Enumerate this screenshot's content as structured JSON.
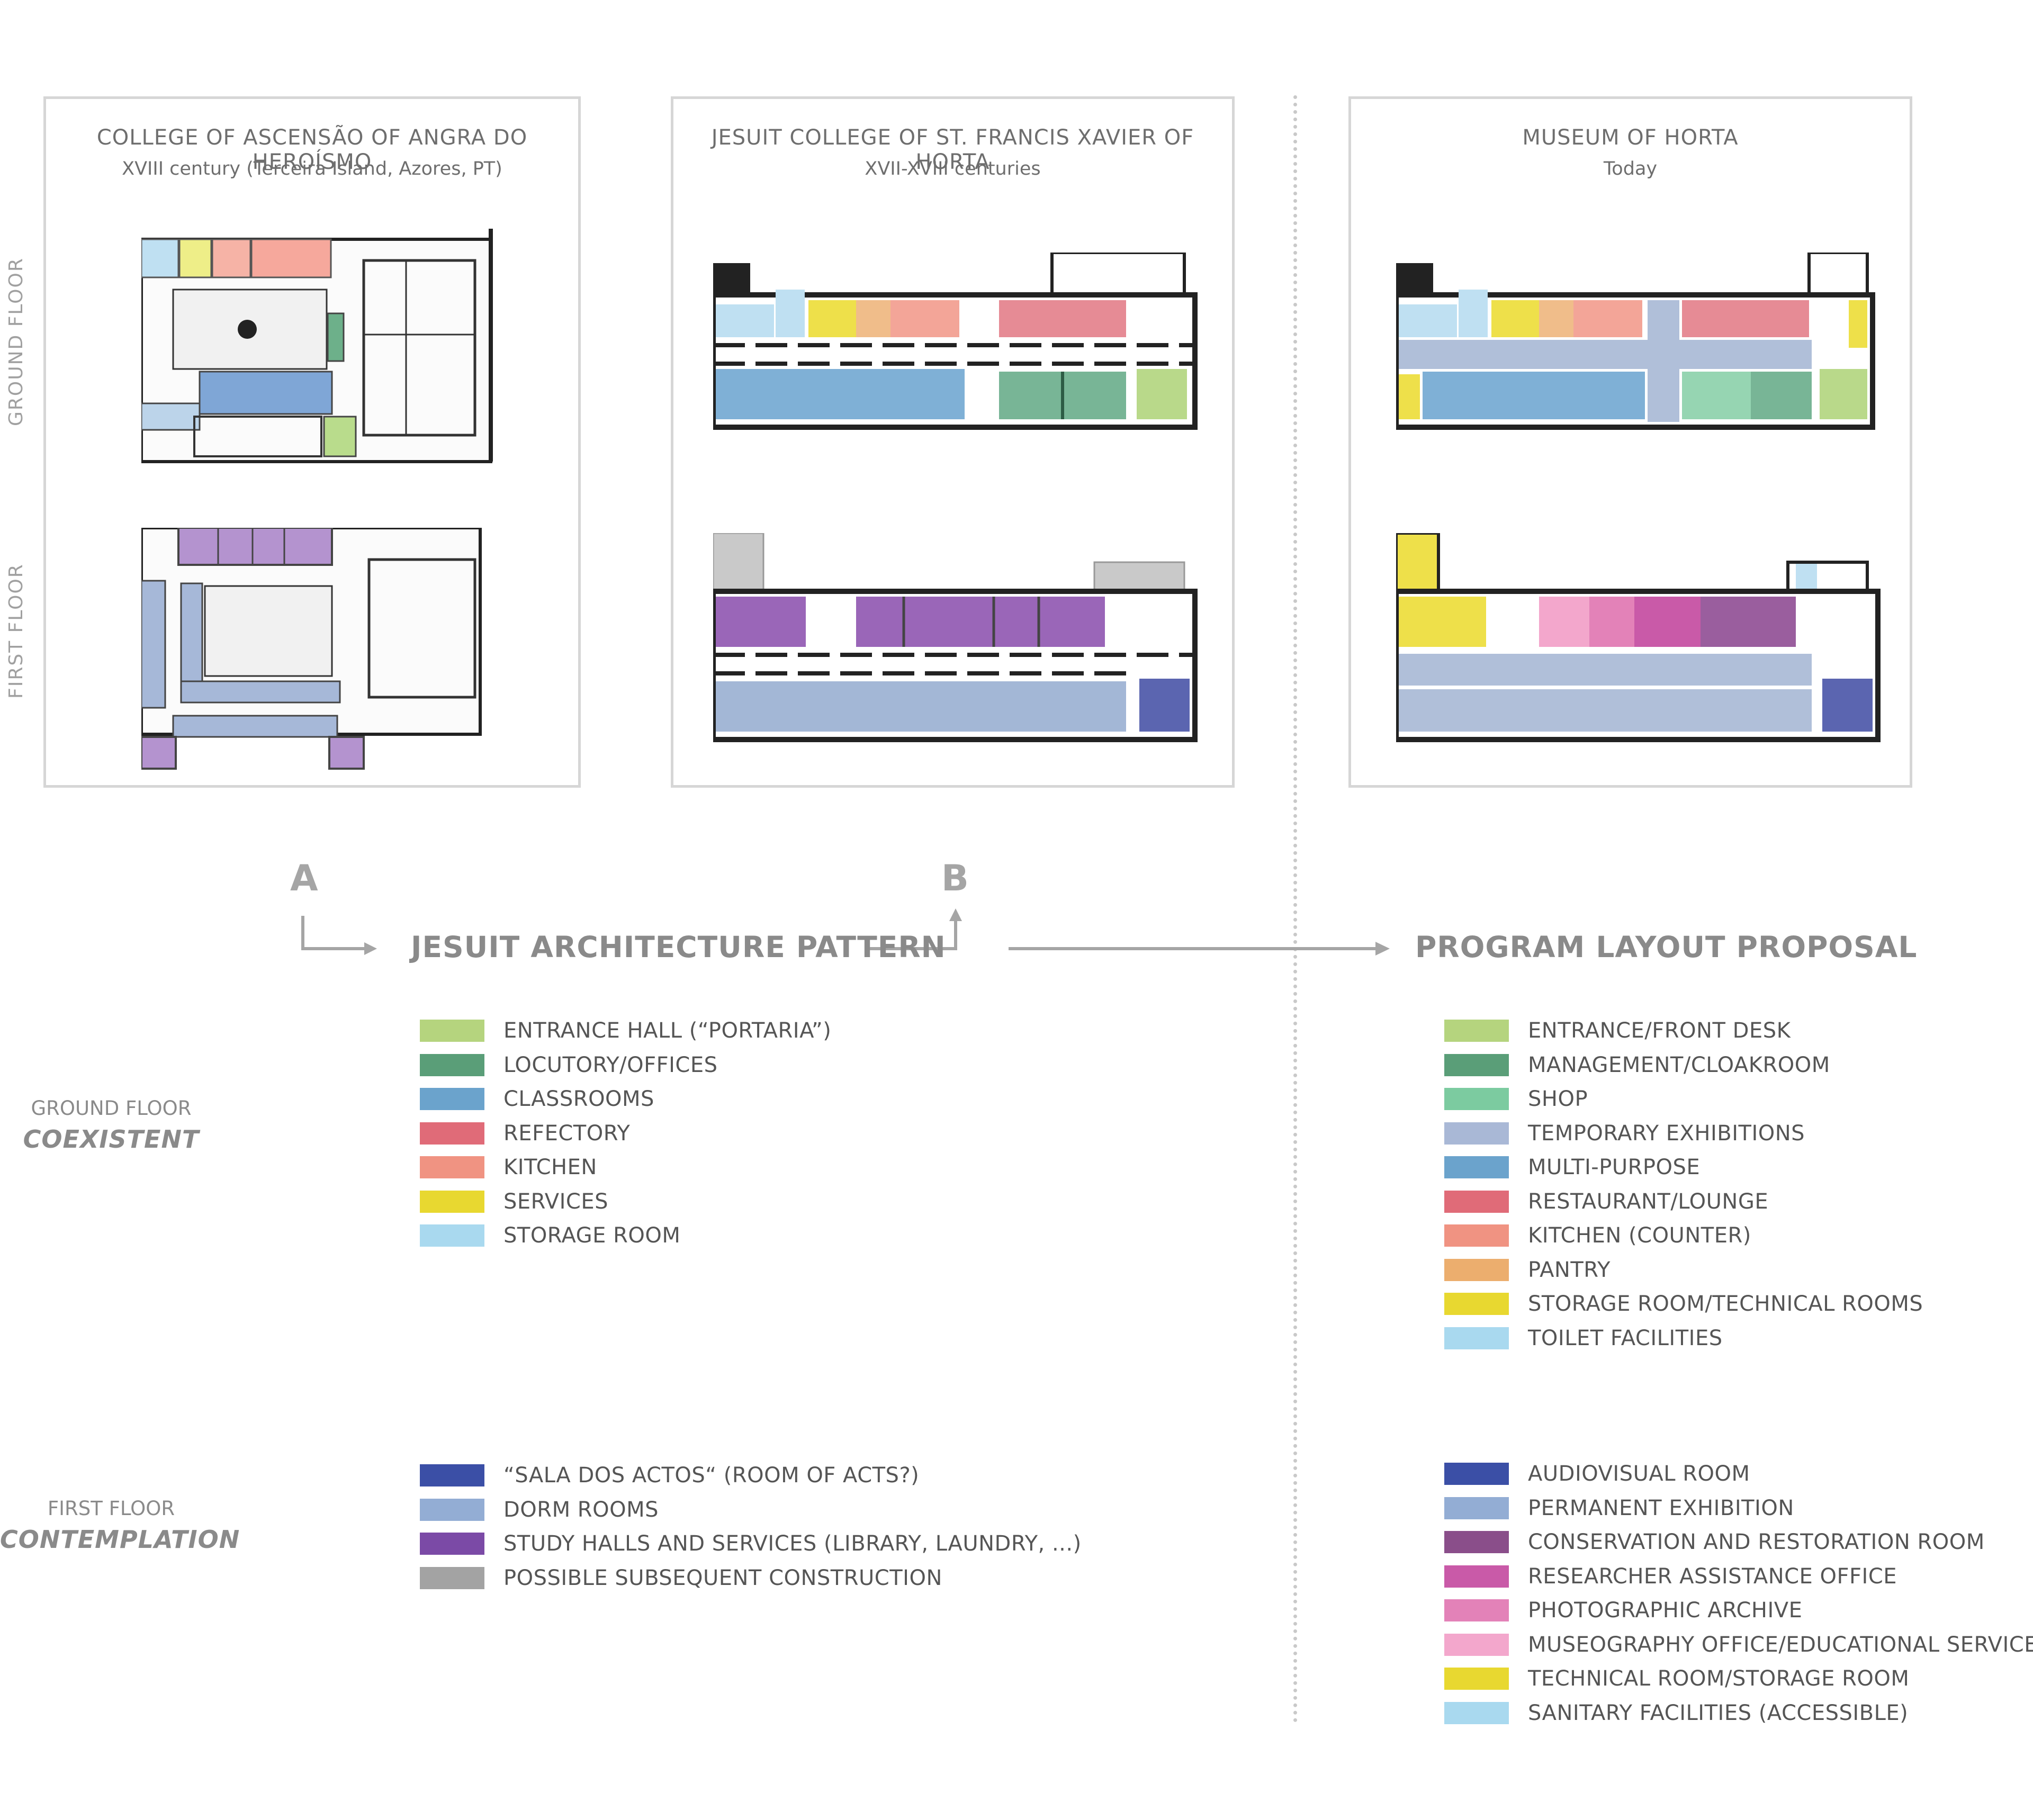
{
  "panels": [
    {
      "title": "COLLEGE OF ASCENSÃO OF ANGRA DO HEROÍSMO",
      "subtitle": "XVIII century (Terceira Island, Azores, PT)"
    },
    {
      "title": "JESUIT COLLEGE OF ST. FRANCIS XAVIER OF HORTA",
      "subtitle": "XVII-XVIII centuries"
    },
    {
      "title": "MUSEUM OF HORTA",
      "subtitle": "Today"
    }
  ],
  "floor_labels": {
    "ground": "GROUND FLOOR",
    "first": "FIRST FLOOR"
  },
  "markers": {
    "a": "A",
    "b": "B"
  },
  "headings": {
    "pattern": "JESUIT ARCHITECTURE PATTERN",
    "proposal": "PROGRAM LAYOUT PROPOSAL"
  },
  "groups": {
    "ground": {
      "title": "GROUND FLOOR",
      "subtitle": "COEXISTENT"
    },
    "first": {
      "title": "FIRST FLOOR",
      "subtitle": "CONTEMPLATION"
    }
  },
  "legend_pattern_ground": [
    {
      "label": "ENTRANCE HALL (“PORTARIA”)",
      "color": "#b5d47e"
    },
    {
      "label": "LOCUTORY/OFFICES",
      "color": "#5a9e78"
    },
    {
      "label": "CLASSROOMS",
      "color": "#6ba3cc"
    },
    {
      "label": "REFECTORY",
      "color": "#e06b78"
    },
    {
      "label": "KITCHEN",
      "color": "#f09382"
    },
    {
      "label": "SERVICES",
      "color": "#e8d830"
    },
    {
      "label": "STORAGE ROOM",
      "color": "#a9d9ef"
    }
  ],
  "legend_pattern_first": [
    {
      "label": "“SALA DOS ACTOS“ (ROOM OF ACTS?)",
      "color": "#3b4fa6"
    },
    {
      "label": "DORM ROOMS",
      "color": "#93add4"
    },
    {
      "label": "STUDY HALLS AND SERVICES (LIBRARY, LAUNDRY, ...)",
      "color": "#7b4aa6"
    },
    {
      "label": "POSSIBLE SUBSEQUENT CONSTRUCTION",
      "color": "#a3a3a3"
    }
  ],
  "legend_proposal_ground": [
    {
      "label": "ENTRANCE/FRONT DESK",
      "color": "#b5d47e"
    },
    {
      "label": "MANAGEMENT/CLOAKROOM",
      "color": "#5a9e78"
    },
    {
      "label": "SHOP",
      "color": "#7ccba0"
    },
    {
      "label": "TEMPORARY EXHIBITIONS",
      "color": "#a9b8d6"
    },
    {
      "label": "MULTI-PURPOSE",
      "color": "#6ba3cc"
    },
    {
      "label": "RESTAURANT/LOUNGE",
      "color": "#e06b78"
    },
    {
      "label": "KITCHEN (COUNTER)",
      "color": "#f09382"
    },
    {
      "label": "PANTRY",
      "color": "#ecae6e"
    },
    {
      "label": "STORAGE ROOM/TECHNICAL ROOMS",
      "color": "#e8d830"
    },
    {
      "label": "TOILET FACILITIES",
      "color": "#a9d9ef"
    }
  ],
  "legend_proposal_first": [
    {
      "label": "AUDIOVISUAL ROOM",
      "color": "#3b4fa6"
    },
    {
      "label": "PERMANENT EXHIBITION",
      "color": "#93add4"
    },
    {
      "label": "CONSERVATION AND RESTORATION ROOM",
      "color": "#8a4e8a"
    },
    {
      "label": "RESEARCHER ASSISTANCE OFFICE",
      "color": "#c95aa8"
    },
    {
      "label": "PHOTOGRAPHIC ARCHIVE",
      "color": "#e382b8"
    },
    {
      "label": "MUSEOGRAPHY OFFICE/EDUCATIONAL SERVICES",
      "color": "#f3a7cc"
    },
    {
      "label": "TECHNICAL ROOM/STORAGE ROOM",
      "color": "#e8d830"
    },
    {
      "label": "SANITARY FACILITIES (ACCESSIBLE)",
      "color": "#a9d9ef"
    }
  ]
}
